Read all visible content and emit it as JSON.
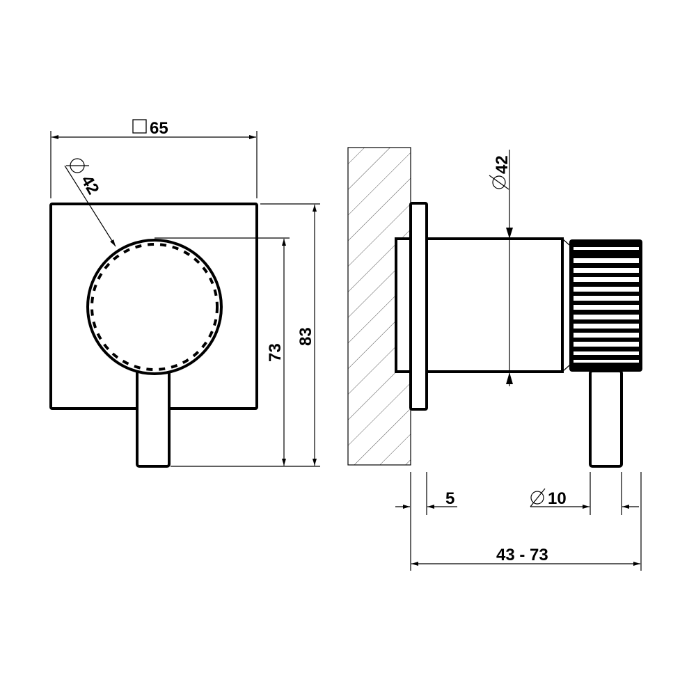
{
  "dimensions": {
    "width_square": {
      "symbol": "square",
      "value": "65"
    },
    "knob_diameter_front": {
      "symbol": "diameter",
      "value": "42"
    },
    "handle_height": "73",
    "total_height": "83",
    "knob_diameter_side": {
      "symbol": "diameter",
      "value": "42"
    },
    "flange_thickness": "5",
    "lever_diameter": {
      "symbol": "diameter",
      "value": "10"
    },
    "projection_range": "43 - 73"
  },
  "colors": {
    "line": "#000000",
    "hatch": "#555555"
  }
}
